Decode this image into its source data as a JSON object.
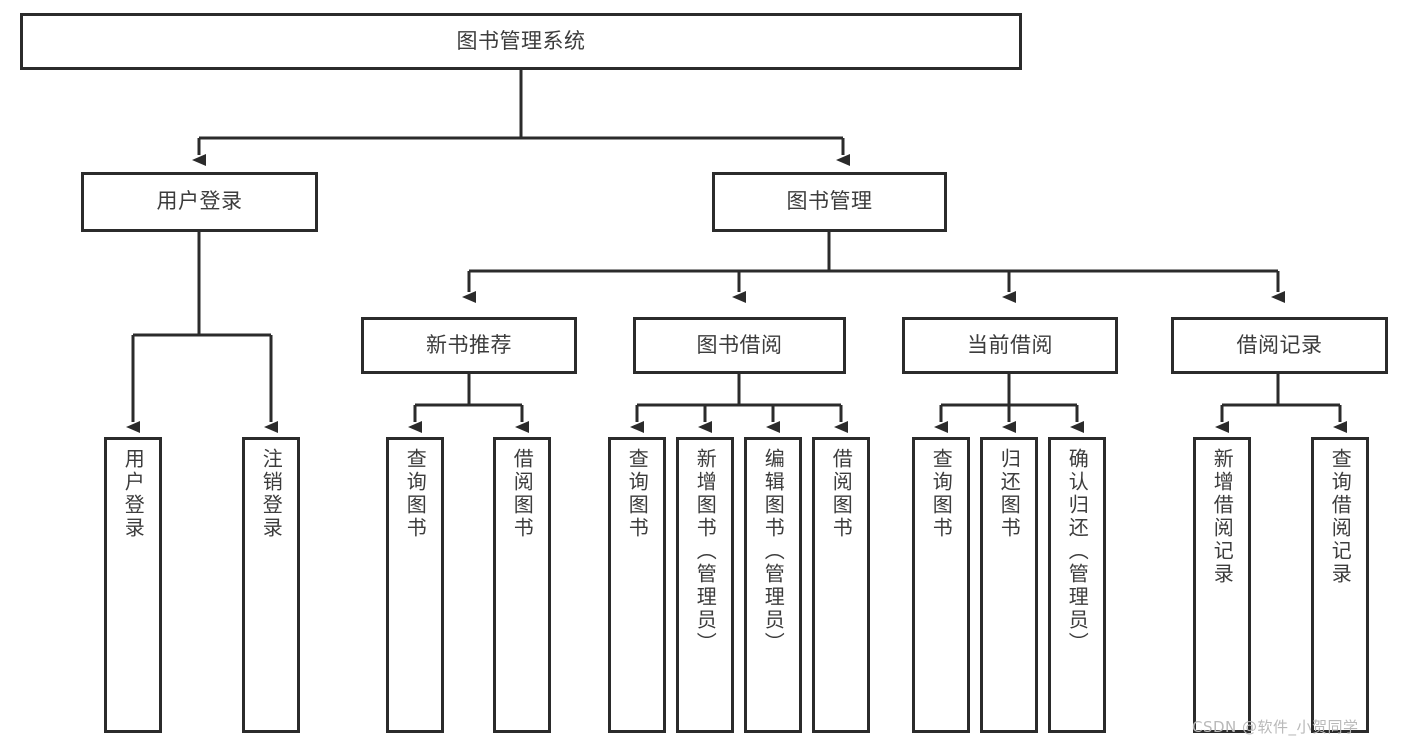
{
  "diagram": {
    "title_node": {
      "label": "图书管理系统"
    },
    "level1": [
      {
        "id": "user-login",
        "label": "用户登录"
      },
      {
        "id": "book-management",
        "label": "图书管理"
      }
    ],
    "level2": [
      {
        "id": "new-book-recommend",
        "label": "新书推荐"
      },
      {
        "id": "book-borrow",
        "label": "图书借阅"
      },
      {
        "id": "current-borrow",
        "label": "当前借阅"
      },
      {
        "id": "borrow-record",
        "label": "借阅记录"
      }
    ],
    "leaves": {
      "user_login": [
        {
          "id": "leaf-user-login",
          "label": "用户登录"
        },
        {
          "id": "leaf-user-logout",
          "label": "注销登录"
        }
      ],
      "new_book_recommend": [
        {
          "id": "leaf-query-book-1",
          "label": "查询图书"
        },
        {
          "id": "leaf-borrow-book-1",
          "label": "借阅图书"
        }
      ],
      "book_borrow": [
        {
          "id": "leaf-query-book-2",
          "label": "查询图书"
        },
        {
          "id": "leaf-add-book",
          "label": "新增图书（管理员）"
        },
        {
          "id": "leaf-edit-book",
          "label": "编辑图书（管理员）"
        },
        {
          "id": "leaf-borrow-book-2",
          "label": "借阅图书"
        }
      ],
      "current_borrow": [
        {
          "id": "leaf-query-book-3",
          "label": "查询图书"
        },
        {
          "id": "leaf-return-book",
          "label": "归还图书"
        },
        {
          "id": "leaf-confirm-return",
          "label": "确认归还（管理员）"
        }
      ],
      "borrow_record": [
        {
          "id": "leaf-add-record",
          "label": "新增借阅记录"
        },
        {
          "id": "leaf-query-record",
          "label": "查询借阅记录"
        }
      ]
    }
  },
  "watermark": {
    "text": "CSDN @软件_小贺同学"
  },
  "colors": {
    "border": "#2b2b2b",
    "text": "#3c3c3c",
    "background": "#ffffff",
    "watermark": "#b9b9b9"
  }
}
